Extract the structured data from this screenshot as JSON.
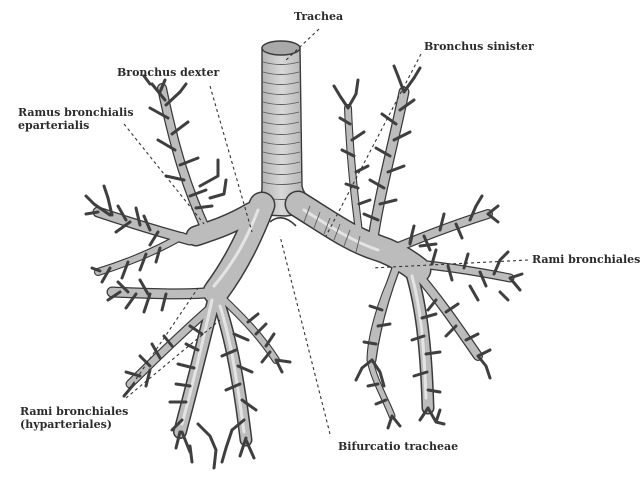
{
  "labels": {
    "trachea": "Trachea",
    "bronchus_sinister": "Bronchus sinister",
    "bronchus_dexter": "Bronchus dexter",
    "ramus_eparterialis": "Ramus bronchialis\neparterialis",
    "rami_bronchiales_left": "Rami bronchiales",
    "rami_hyparteriales": "Rami bronchiales\n(hyparteriales)",
    "bifurcatio": "Bifurcatio tracheae"
  },
  "colors": {
    "tube_outline": "#3a3a3a",
    "tube_fill": "#b9b9b9",
    "tube_highlight": "#e2e2e2",
    "leader_line": "#333333",
    "text": "#2b2b2b"
  }
}
